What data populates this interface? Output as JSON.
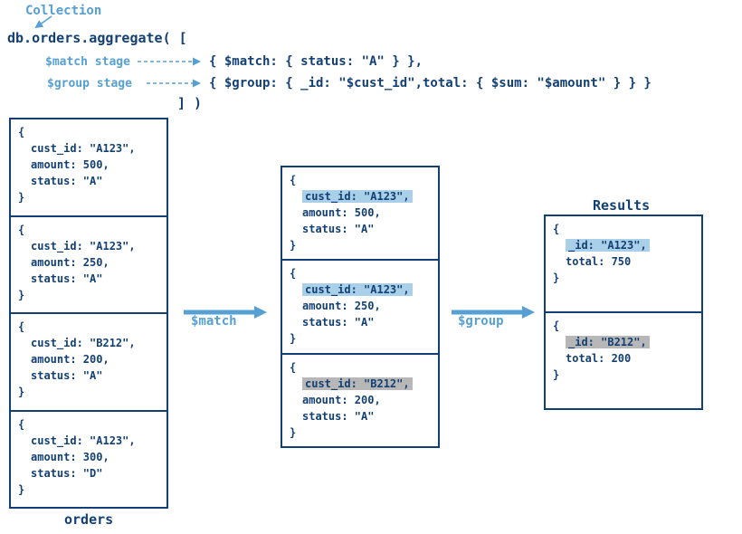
{
  "colors": {
    "navy_text": "#134074",
    "light_blue": "#56a0d3",
    "highlight_blue": "#a9cfe9",
    "highlight_gray": "#b7b7b7",
    "background": "#ffffff"
  },
  "header": {
    "collection_label": "Collection",
    "aggregate_open": "db.orders.aggregate( [",
    "match_stage_label": "$match stage",
    "match_code": "{ $match: { status: \"A\" } },",
    "group_stage_label": "$group stage",
    "group_code": "{ $group: { _id: \"$cust_id\",total: { $sum: \"$amount\" } } }",
    "aggregate_close": "] )"
  },
  "orders": {
    "label": "orders",
    "docs": [
      {
        "open": "{",
        "cust": "cust_id: \"A123\",",
        "amount": "amount: 500,",
        "status": "status: \"A\"",
        "close": "}"
      },
      {
        "open": "{",
        "cust": "cust_id: \"A123\",",
        "amount": "amount: 250,",
        "status": "status: \"A\"",
        "close": "}"
      },
      {
        "open": "{",
        "cust": "cust_id: \"B212\",",
        "amount": "amount: 200,",
        "status": "status: \"A\"",
        "close": "}"
      },
      {
        "open": "{",
        "cust": "cust_id: \"A123\",",
        "amount": "amount: 300,",
        "status": "status: \"D\"",
        "close": "}"
      }
    ]
  },
  "match_stage": {
    "arrow_label": "$match",
    "docs": [
      {
        "open": "{",
        "cust": "cust_id: \"A123\",",
        "highlight": "blue",
        "amount": "amount: 500,",
        "status": "status: \"A\"",
        "close": "}"
      },
      {
        "open": "{",
        "cust": "cust_id: \"A123\",",
        "highlight": "blue",
        "amount": "amount: 250,",
        "status": "status: \"A\"",
        "close": "}"
      },
      {
        "open": "{",
        "cust": "cust_id: \"B212\",",
        "highlight": "gray",
        "amount": "amount: 200,",
        "status": "status: \"A\"",
        "close": "}"
      }
    ]
  },
  "group_stage": {
    "arrow_label": "$group",
    "results_label": "Results",
    "docs": [
      {
        "open": "{",
        "id": "_id: \"A123\",",
        "highlight": "blue",
        "total": "total: 750",
        "close": "}"
      },
      {
        "open": "{",
        "id": "_id: \"B212\",",
        "highlight": "gray",
        "total": "total: 200",
        "close": "}"
      }
    ]
  }
}
